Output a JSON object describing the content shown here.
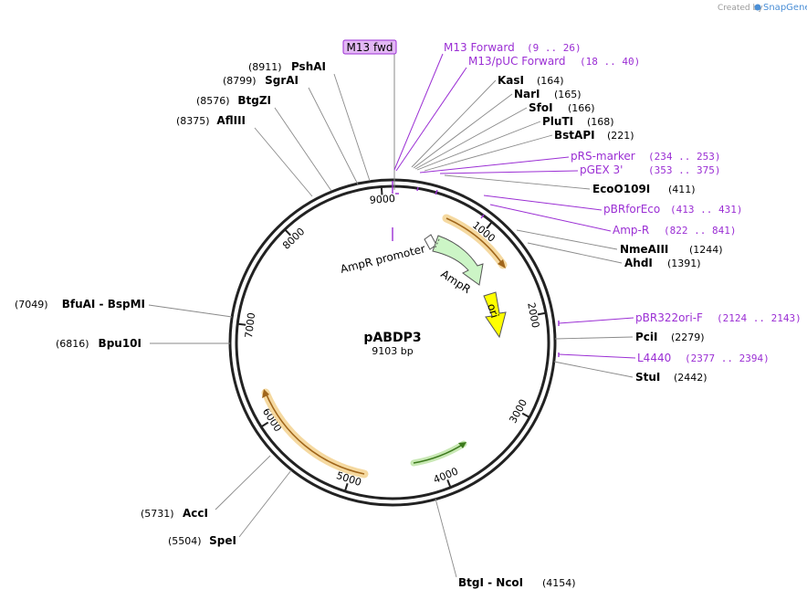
{
  "credit": {
    "prefix": "Created by",
    "brand": "SnapGene"
  },
  "plasmid": {
    "name": "pABDP3",
    "length_label": "9103 bp"
  },
  "ring_ticks": [
    "1000",
    "2000",
    "3000",
    "4000",
    "5000",
    "6000",
    "7000",
    "8000",
    "9000"
  ],
  "primer_box_label": "M13 fwd",
  "features": {
    "ampr_promoter": "AmpR promoter",
    "ampr": "AmpR",
    "ori": "ori"
  },
  "sites": [
    {
      "name": "PshAI",
      "pos": "(8911)"
    },
    {
      "name": "SgrAI",
      "pos": "(8799)"
    },
    {
      "name": "BtgZI",
      "pos": "(8576)"
    },
    {
      "name": "AflIII",
      "pos": "(8375)"
    },
    {
      "name": "KasI",
      "pos": "(164)"
    },
    {
      "name": "NarI",
      "pos": "(165)"
    },
    {
      "name": "SfoI",
      "pos": "(166)"
    },
    {
      "name": "PluTI",
      "pos": "(168)"
    },
    {
      "name": "BstAPI",
      "pos": "(221)"
    },
    {
      "name": "EcoO109I",
      "pos": "(411)"
    },
    {
      "name": "NmeAIII",
      "pos": "(1244)"
    },
    {
      "name": "AhdI",
      "pos": "(1391)"
    },
    {
      "name": "PciI",
      "pos": "(2279)"
    },
    {
      "name": "StuI",
      "pos": "(2442)"
    },
    {
      "name": "BtgI",
      "sep": "-",
      "name2": "NcoI",
      "pos": "(4154)"
    },
    {
      "name": "SpeI",
      "pos": "(5504)"
    },
    {
      "name": "AccI",
      "pos": "(5731)"
    },
    {
      "name": "Bpu10I",
      "pos": "(6816)"
    },
    {
      "name": "BfuAI",
      "sep": "-",
      "name2": "BspMI",
      "pos": "(7049)"
    }
  ],
  "primers": [
    {
      "name": "M13 Forward",
      "range": "(9 .. 26)"
    },
    {
      "name": "M13/pUC Forward",
      "range": "(18 .. 40)"
    },
    {
      "name": "pRS-marker",
      "range": "(234 .. 253)"
    },
    {
      "name": "pGEX 3'",
      "range": "(353 .. 375)"
    },
    {
      "name": "pBRforEco",
      "range": "(413 .. 431)"
    },
    {
      "name": "Amp-R",
      "range": "(822 .. 841)"
    },
    {
      "name": "pBR322ori-F",
      "range": "(2124 .. 2143)"
    },
    {
      "name": "L4440",
      "range": "(2377 .. 2394)"
    }
  ],
  "colors": {
    "primer": "#9b2fd4",
    "primer_box_fill": "#e3b8f5",
    "ampr_fill": "#ccf5c6",
    "ori_fill": "#ffff00",
    "orf_orange": "#f5a623",
    "orf_green": "#5aa532",
    "backbone": "#222222"
  }
}
